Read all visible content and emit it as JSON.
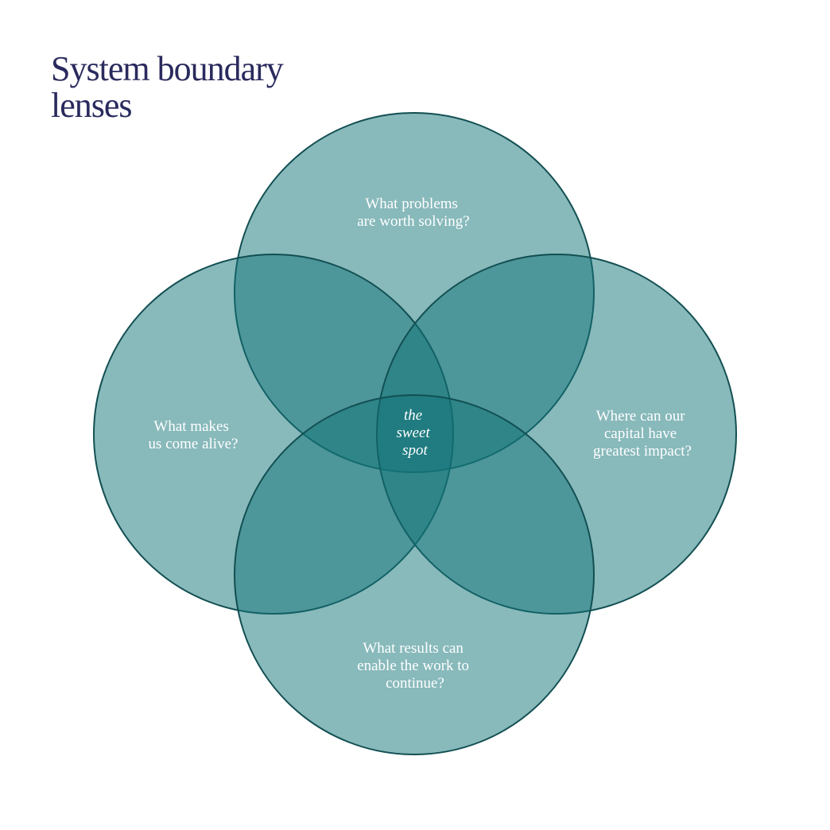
{
  "title": {
    "line1": "System boundary",
    "line2": "lenses"
  },
  "diagram": {
    "colors": {
      "fill": "#127378",
      "stroke": "#124f52",
      "text": "#ffffff",
      "title": "#2a2a5e"
    },
    "circles": {
      "top": {
        "lines": [
          "What problems",
          "are worth solving?"
        ]
      },
      "left": {
        "lines": [
          "What makes",
          "us come alive?"
        ]
      },
      "right": {
        "lines": [
          "Where can our",
          "capital have",
          "greatest impact?"
        ]
      },
      "bottom": {
        "lines": [
          "What results can",
          "enable the work to",
          "continue?"
        ]
      }
    },
    "center": {
      "lines": [
        "the",
        "sweet",
        "spot"
      ]
    }
  }
}
